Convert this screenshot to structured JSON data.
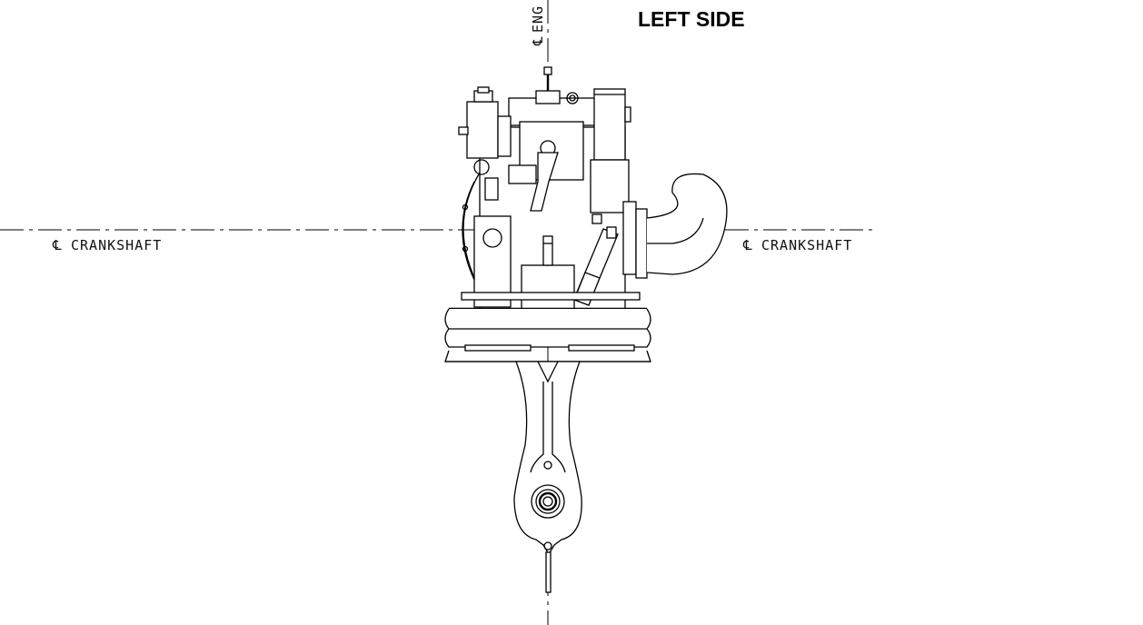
{
  "drawing": {
    "title": "LEFT SIDE",
    "crankshaft_left_label": "CRANKSHAFT",
    "crankshaft_right_label": "CRANKSHAFT",
    "engine_centerline_label": "ENG",
    "centerline_symbol": "℄"
  }
}
